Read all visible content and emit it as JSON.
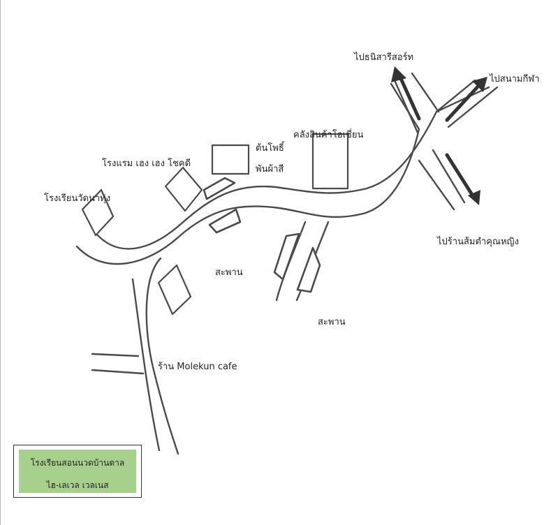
{
  "map": {
    "labels": {
      "to_dhanisara": "ไปธนิสารีสอร์ท",
      "to_stadium": "ไปสนามกีฬา",
      "to_somtam": "ไปร้านส้มตำคุณหญิง",
      "warehouse": "คลังสินค้าโอเชี่ยน",
      "tonpho_line1": "ต้นโพธิ์",
      "tonpho_line2": "พันผ้าสี",
      "hotel": "โรงแรม เฮง เฮง โชคดี",
      "school": "โรงเรียนวัดนาทุ่ง",
      "bridge_1": "สะพาน",
      "bridge_2": "สะพาน",
      "cafe": "ร้าน Molekun cafe"
    },
    "legend": {
      "line1": "โรงเรียนสอนนวดบ้านตาล",
      "line2": "ไฮ-เลเวล เวลเนส"
    },
    "colors": {
      "legend_fill": "#a8d08d",
      "road_stroke": "#4a4a4a"
    }
  }
}
